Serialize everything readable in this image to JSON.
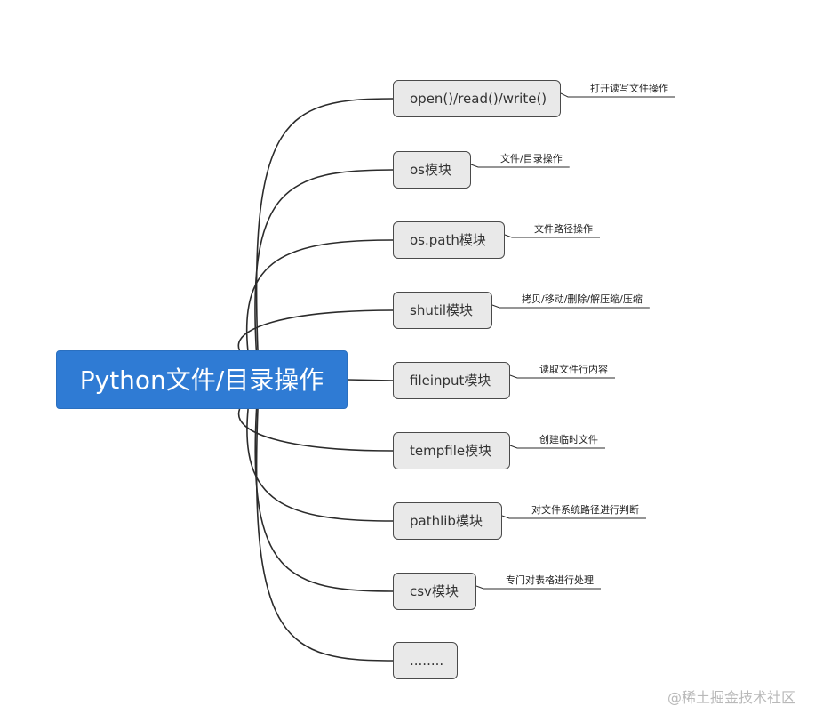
{
  "root": {
    "label": "Python文件/目录操作"
  },
  "colors": {
    "root_bg": "#2f7bd4",
    "node_bg": "#e9e9e9",
    "line": "#2b2b2b"
  },
  "branches": [
    {
      "label": "open()/read()/write()",
      "note": "打开读写文件操作"
    },
    {
      "label": "os模块",
      "note": "文件/目录操作"
    },
    {
      "label": "os.path模块",
      "note": "文件路径操作"
    },
    {
      "label": "shutil模块",
      "note": "拷贝/移动/删除/解压缩/压缩"
    },
    {
      "label": "fileinput模块",
      "note": "读取文件行内容"
    },
    {
      "label": "tempfile模块",
      "note": "创建临时文件"
    },
    {
      "label": "pathlib模块",
      "note": "对文件系统路径进行判断"
    },
    {
      "label": "csv模块",
      "note": "专门对表格进行处理"
    },
    {
      "label": "........"
    }
  ],
  "watermark": "@稀土掘金技术社区"
}
